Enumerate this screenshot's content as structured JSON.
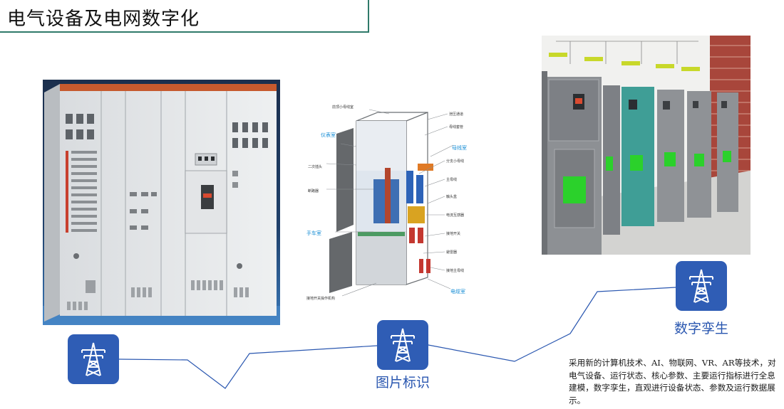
{
  "page": {
    "title": "电气设备及电网数字化"
  },
  "features": [
    {
      "icon": "transmission-tower-icon",
      "label": ""
    },
    {
      "icon": "transmission-tower-icon",
      "label": "图片标识"
    },
    {
      "icon": "transmission-tower-icon",
      "label": "数字孪生"
    }
  ],
  "description": "采用新的计算机技术、AI、物联网、VR、AR等技术，对电气设备、运行状态、核心参数、主要运行指标进行全息建模，数字孪生，直观进行设备状态、参数及运行数据展示。",
  "cutaway_labels": {
    "top_left": "前顶小母线室",
    "instrument_room": "仪表室",
    "secondary_plug": "二次插头",
    "breaker": "断路器",
    "handcart_room": "手车室",
    "earthing_mechanism": "接地开关操作机构",
    "pressure_release": "泄压通道",
    "busbar_sleeve": "母线套管",
    "busbar_room": "母线室",
    "branch_busbar": "分支小母线",
    "main_busbar": "主母线",
    "contact_box": "触头盒",
    "current_transformer": "电流互感器",
    "earthing_switch": "接地开关",
    "arrester": "避雷器",
    "earthing_bus": "接地主母线",
    "cable_room": "电缆室"
  },
  "colors": {
    "title_border": "#2f7a6a",
    "tile_bg": "#2f5db5",
    "caption": "#2a57b0",
    "connector": "#2a57b0"
  }
}
